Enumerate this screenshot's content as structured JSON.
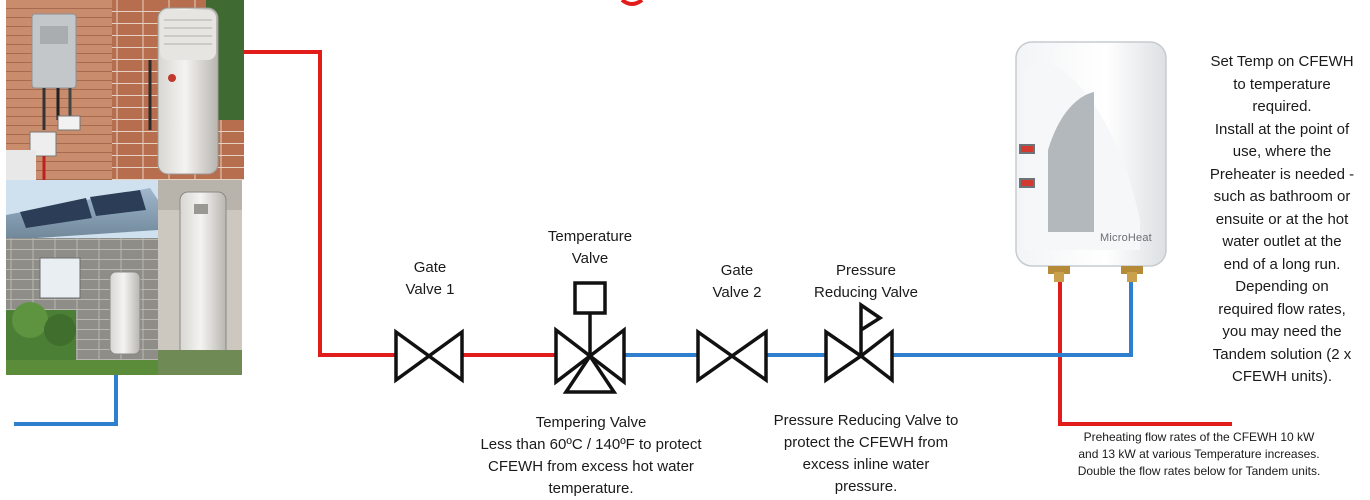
{
  "labels": {
    "gate_valve_1": [
      "Gate",
      "Valve 1"
    ],
    "temperature_valve": [
      "Temperature",
      "Valve"
    ],
    "gate_valve_2": [
      "Gate",
      "Valve 2"
    ],
    "pressure_reducing_valve": [
      "Pressure",
      "Reducing Valve"
    ]
  },
  "notes": {
    "tempering_valve": [
      "Tempering Valve",
      "Less than 60ºC / 140ºF to protect",
      "CFEWH from excess hot water",
      "temperature."
    ],
    "prv_note": [
      "Pressure Reducing Valve to",
      "protect the CFEWH from",
      "excess inline water",
      "pressure."
    ],
    "side_note": [
      "Set Temp on CFEWH",
      "to temperature",
      "required.",
      "Install at the point of",
      "use, where the",
      "Preheater is needed -",
      "such as bathroom or",
      "ensuite or at the hot",
      "water outlet at the",
      "end of a long run.",
      "Depending on",
      "required flow rates,",
      "you may need the",
      "Tandem solution (2 x",
      "CFEWH units)."
    ],
    "flow_note": [
      "Preheating flow rates of the CFEWH   10 kW",
      "and 13 kW at various Temperature increases.",
      "Double the flow rates below for Tandem units."
    ]
  },
  "heater_brand": "MicroHeat",
  "colors": {
    "hot_pipe": "#e21b1b",
    "cold_pipe": "#2f7fcf",
    "valve_outline": "#111111"
  }
}
